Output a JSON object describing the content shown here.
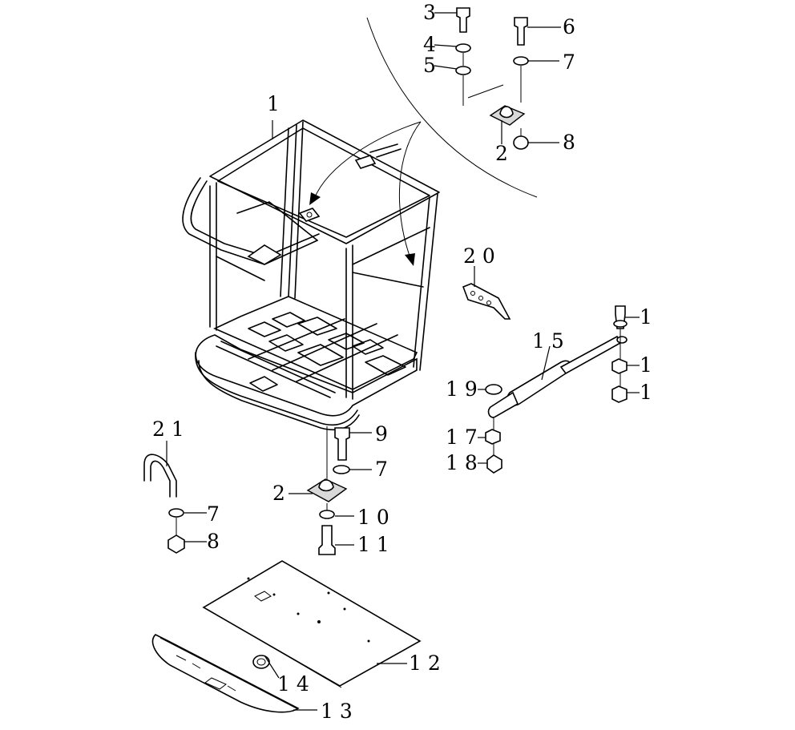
{
  "callouts": [
    {
      "id": "c1",
      "text": "1"
    },
    {
      "id": "c2a",
      "text": "2"
    },
    {
      "id": "c2b",
      "text": "2"
    },
    {
      "id": "c3",
      "text": "3"
    },
    {
      "id": "c4",
      "text": "4"
    },
    {
      "id": "c5",
      "text": "5"
    },
    {
      "id": "c6",
      "text": "6"
    },
    {
      "id": "c7a",
      "text": "7"
    },
    {
      "id": "c7b",
      "text": "7"
    },
    {
      "id": "c7c",
      "text": "7"
    },
    {
      "id": "c8a",
      "text": "8"
    },
    {
      "id": "c8b",
      "text": "8"
    },
    {
      "id": "c9",
      "text": "9"
    },
    {
      "id": "c10",
      "text": "1 0"
    },
    {
      "id": "c11",
      "text": "1 1"
    },
    {
      "id": "c12",
      "text": "1 2"
    },
    {
      "id": "c13",
      "text": "1 3"
    },
    {
      "id": "c14",
      "text": "1 4"
    },
    {
      "id": "c15",
      "text": "1 5"
    },
    {
      "id": "c16",
      "text": "1"
    },
    {
      "id": "c17",
      "text": "1 7"
    },
    {
      "id": "c18",
      "text": "1 8"
    },
    {
      "id": "c19",
      "text": "1 9"
    },
    {
      "id": "c20",
      "text": "2 0"
    },
    {
      "id": "c21",
      "text": "2 1"
    },
    {
      "id": "c16b",
      "text": "1"
    },
    {
      "id": "c16c",
      "text": "1"
    }
  ]
}
